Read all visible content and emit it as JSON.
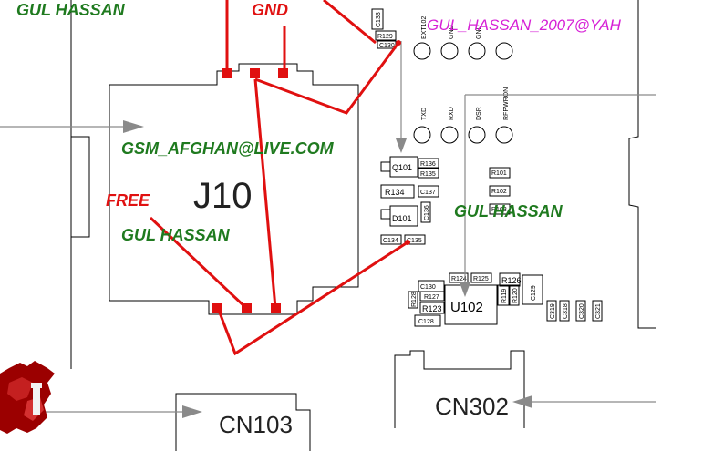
{
  "labels": {
    "gul_hassan_top": "GUL HASSAN",
    "gnd": "GND",
    "email_top": "GUL_HASSAN_2007@YAH",
    "gsm_email": "GSM_AFGHAN@LIVE.COM",
    "free": "FREE",
    "gul_hassan_mid": "GUL HASSAN",
    "gul_hassan_right": "GUL HASSAN"
  },
  "connectors": {
    "j10": "J10",
    "cn302": "CN302",
    "cn103": "CN103",
    "u102": "U102"
  },
  "components": {
    "c133": "C133",
    "r129": "R129",
    "c130_top": "C130",
    "q101": "Q101",
    "r136": "R136",
    "r135": "R135",
    "r134": "R134",
    "c137": "C137",
    "d101": "D101",
    "c136": "C136",
    "c134": "C134",
    "c135": "C135",
    "r101": "R101",
    "r102": "R102",
    "r103": "R103",
    "c130": "C130",
    "r128": "R128",
    "r127": "R127",
    "r123": "R123",
    "c128": "C128",
    "r124": "R124",
    "r125": "R125",
    "r126": "R126",
    "r119": "R119",
    "r120": "R120",
    "c129": "C129",
    "c319": "C319",
    "c318": "C318",
    "c320": "C320",
    "c321": "C321"
  },
  "pads": {
    "ext102": "EXT102",
    "gnd": "GND",
    "gnd2": "GND",
    "txd": "TXD",
    "rxd": "RXD",
    "dsr": "DSR",
    "rfpwron": "RFPWRON"
  },
  "colors": {
    "trace_red": "#e01010",
    "label_green": "#1f7a1f",
    "label_magenta": "#d61fd6",
    "arrow_gray": "#8a8a8a"
  }
}
